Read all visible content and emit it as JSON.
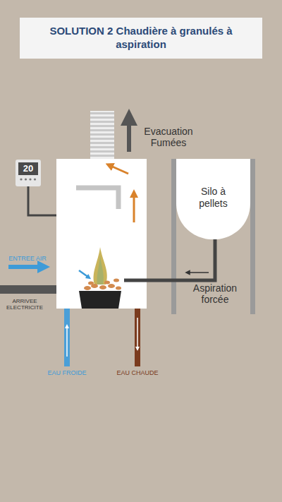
{
  "diagram": {
    "title": "SOLUTION 2 Chaudière à granulés à aspiration",
    "nodes": [
      {
        "text": [
          "20"
        ]
      },
      {
        "text": [
          "Silo à pellets"
        ]
      }
    ],
    "labels": [
      "Evacuation Fumées",
      "ENTREE AIR",
      "ARRIVEE ELECTRICITE",
      "Aspiration forcée",
      "EAU FROIDE",
      "EAU CHAUDE"
    ]
  }
}
